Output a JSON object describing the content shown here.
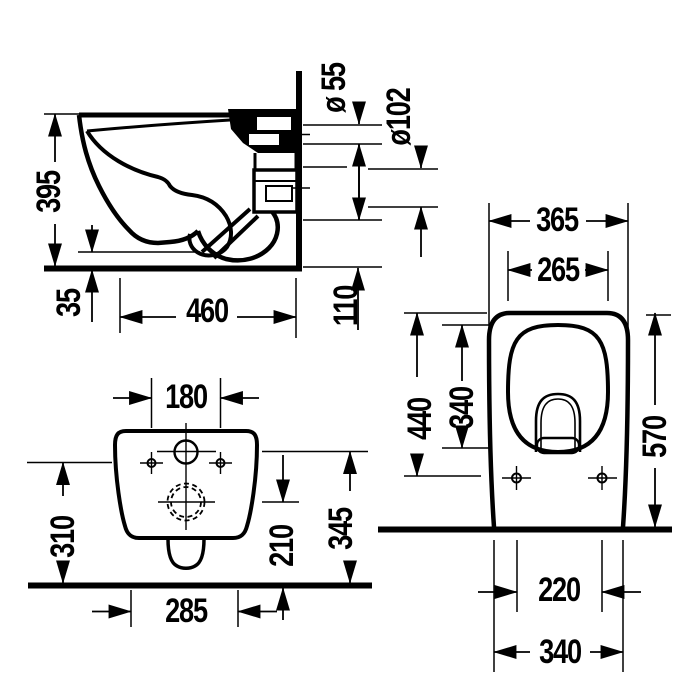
{
  "drawing": {
    "type": "wall-hung toilet dimensional drawing, three orthographic views",
    "colors": {
      "background": "#ffffff",
      "line": "#000000"
    },
    "side": {
      "height": "395",
      "bottom_gap": "35",
      "depth": "460",
      "outlet_offset": "110",
      "flush_pipe_diameter": "ø 55",
      "drain_pipe_diameter": "ø102"
    },
    "front": {
      "width": "365",
      "inner_width": "265",
      "upper_height": "440",
      "opening_height": "340",
      "total_height": "570",
      "hole_spacing": "220",
      "base_width": "340"
    },
    "rear": {
      "hole_spacing": "180",
      "side_height": "310",
      "drain_center_height": "210",
      "flush_center_height": "345",
      "base_width": "285"
    }
  }
}
